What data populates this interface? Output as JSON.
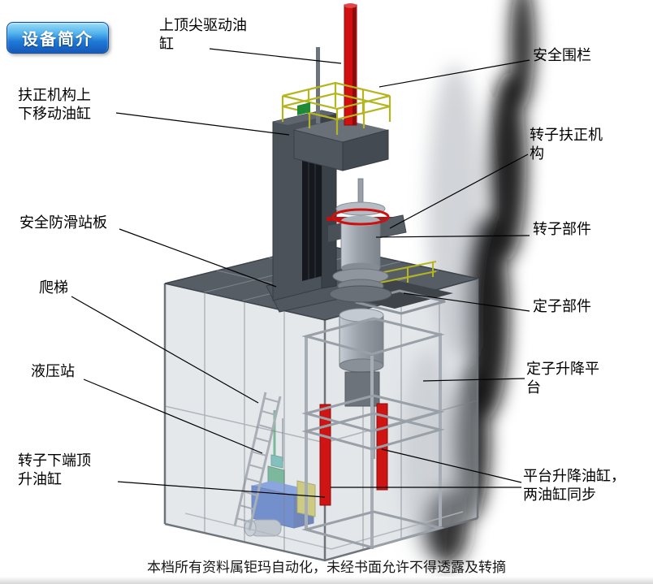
{
  "page": {
    "badge": "设备简介",
    "footer": "本档所有资料属钜玛自动化，未经书面允许不得透露及转摘"
  },
  "colors": {
    "badge_blue_top": "#9adcf8",
    "badge_blue_bottom": "#1558b8",
    "cylinder_red": "#d01010",
    "railing_yellow": "#b5b520",
    "hydraulic_blue": "#1d4fc0",
    "machine_dark_gray": "#4c525a",
    "platform_gray": "#575d65",
    "label_text": "#000000"
  },
  "labels": [
    {
      "id": "top-tip-drive-cylinder",
      "text": "上顶尖驱动油缸"
    },
    {
      "id": "safety-fence",
      "text": "安全围栏"
    },
    {
      "id": "centering-mechanism-cylinder",
      "text": "扶正机构上下移动油缸"
    },
    {
      "id": "rotor-centering-mechanism",
      "text": "转子扶正机构"
    },
    {
      "id": "anti-slip-platform",
      "text": "安全防滑站板"
    },
    {
      "id": "rotor-component",
      "text": "转子部件"
    },
    {
      "id": "ladder",
      "text": "爬梯"
    },
    {
      "id": "stator-component",
      "text": "定子部件"
    },
    {
      "id": "hydraulic-station",
      "text": "液压站"
    },
    {
      "id": "stator-lift-platform",
      "text": "定子升降平台"
    },
    {
      "id": "rotor-bottom-jack-cylinder",
      "text": "转子下端顶升油缸"
    },
    {
      "id": "platform-lift-cylinders",
      "text": "平台升降油缸，两油缸同步"
    }
  ]
}
